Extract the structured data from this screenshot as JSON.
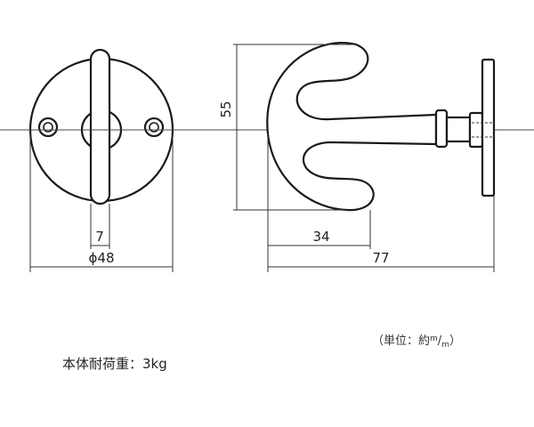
{
  "dimensions": {
    "slot_width": "7",
    "plate_diameter": "ϕ48",
    "height": "55",
    "hook_reach": "34",
    "overall_depth": "77"
  },
  "unit_note": {
    "prefix": "（単位：約",
    "mm_top": "m",
    "mm_bottom": "m",
    "suffix": "）"
  },
  "load_note": "本体耐荷重：3kg"
}
